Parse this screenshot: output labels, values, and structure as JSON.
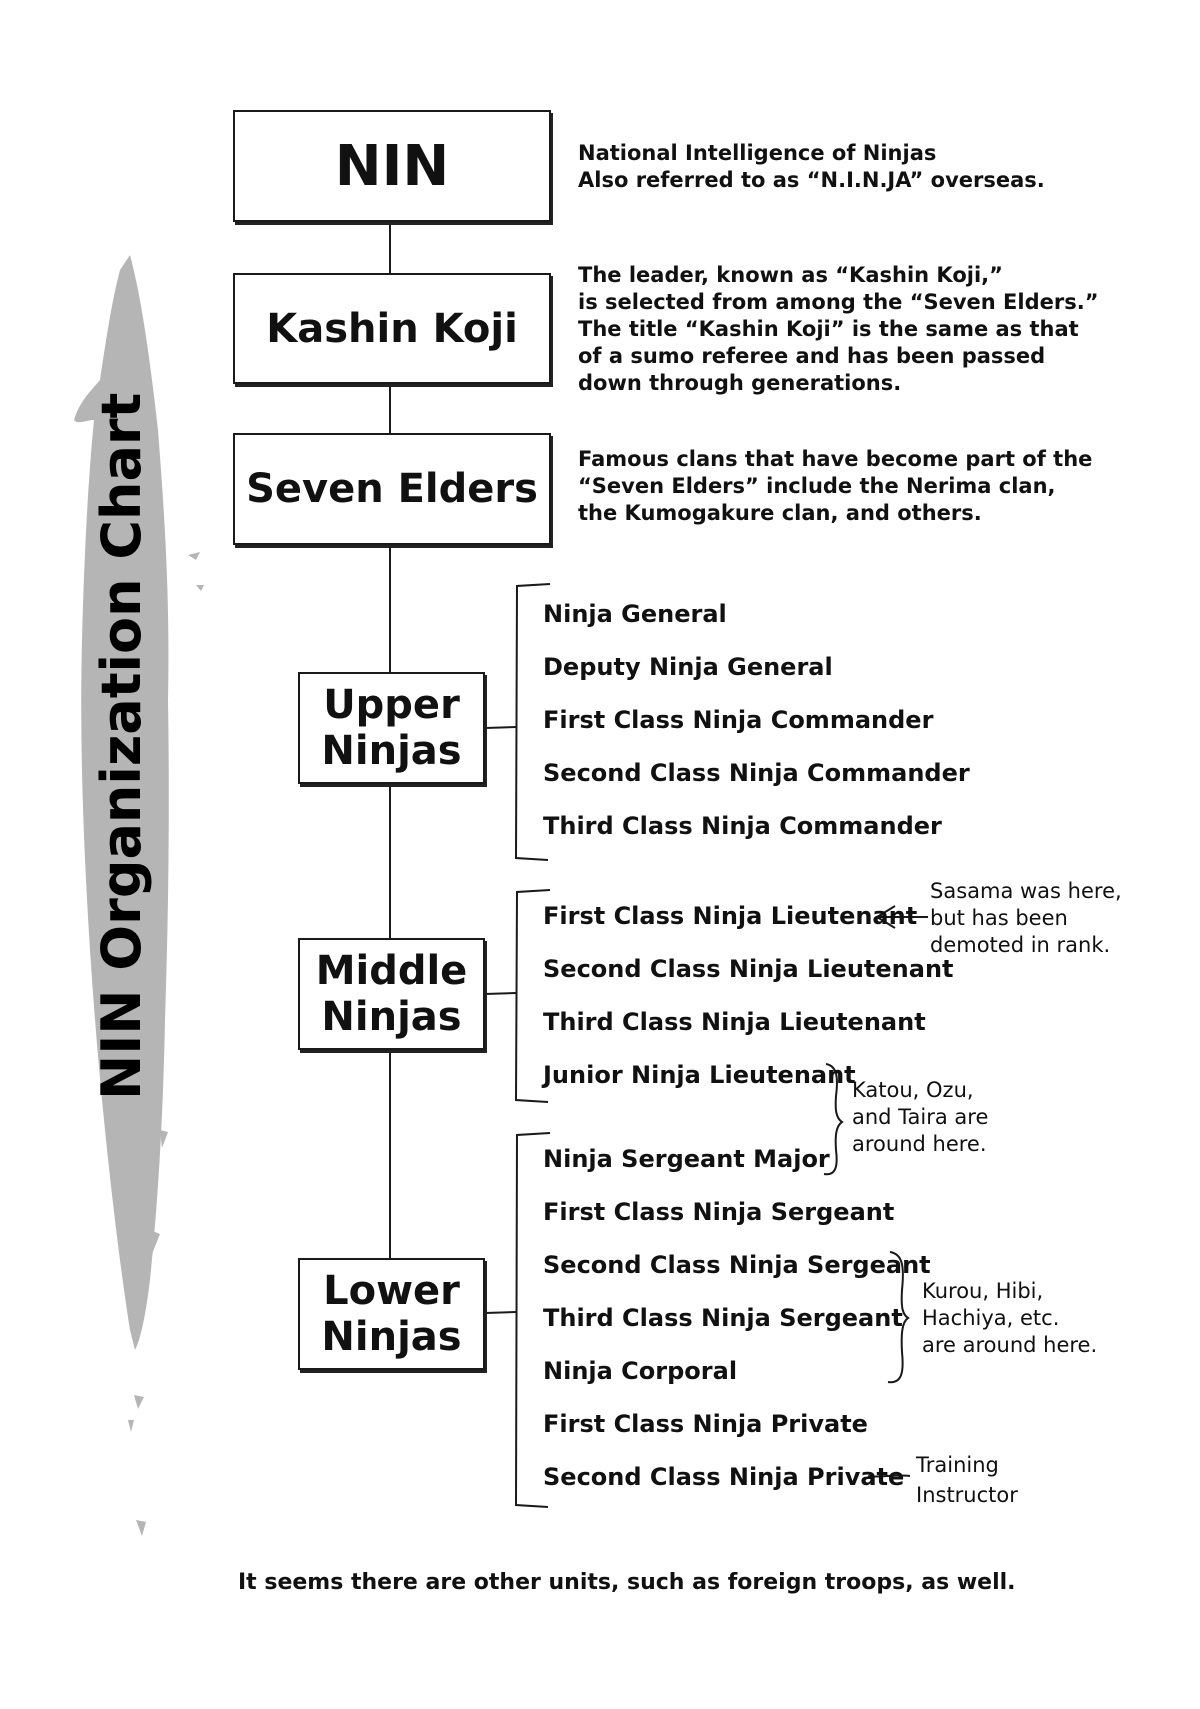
{
  "side_title": "NIN Organization Chart",
  "boxes": {
    "nin": [
      "NIN"
    ],
    "kashin_koji": [
      "Kashin Koji"
    ],
    "seven_elders": [
      "Seven Elders"
    ],
    "upper": [
      "Upper",
      "Ninjas"
    ],
    "middle": [
      "Middle",
      "Ninjas"
    ],
    "lower": [
      "Lower",
      "Ninjas"
    ]
  },
  "descriptions": {
    "nin": "National Intelligence of Ninjas\nAlso referred to as “N.I.N.JA” overseas.",
    "kashin_koji": "The leader, known as “Kashin Koji,”\nis selected from among the “Seven Elders.”\nThe title “Kashin Koji” is the same as that\nof a sumo referee and has been passed\ndown through generations.",
    "seven_elders": "Famous clans that have become part of the\n“Seven Elders” include the Nerima clan,\nthe Kumogakure clan, and others."
  },
  "ranks": {
    "upper": [
      "Ninja General",
      "Deputy Ninja General",
      "First Class Ninja Commander",
      "Second Class Ninja Commander",
      "Third Class Ninja Commander"
    ],
    "middle": [
      "First Class Ninja Lieutenant",
      "Second Class Ninja Lieutenant",
      "Third Class Ninja Lieutenant",
      "Junior Ninja Lieutenant"
    ],
    "lower": [
      "Ninja Sergeant Major",
      "First Class Ninja Sergeant",
      "Second Class Ninja Sergeant",
      "Third Class Ninja Sergeant",
      "Ninja Corporal",
      "First Class Ninja Private",
      "Second Class Ninja Private"
    ]
  },
  "notes": {
    "sasama": "Sasama was here,\nbut has been\ndemoted in rank.",
    "katou": "Katou, Ozu,\nand Taira are\naround here.",
    "kurou": "Kurou, Hibi,\nHachiya, etc.\nare around here.",
    "training": "Training\nInstructor"
  },
  "footer": "It seems there are other units, such as foreign troops, as well.",
  "colors": {
    "ink": "#111111",
    "brush": "#b5b5b5"
  }
}
